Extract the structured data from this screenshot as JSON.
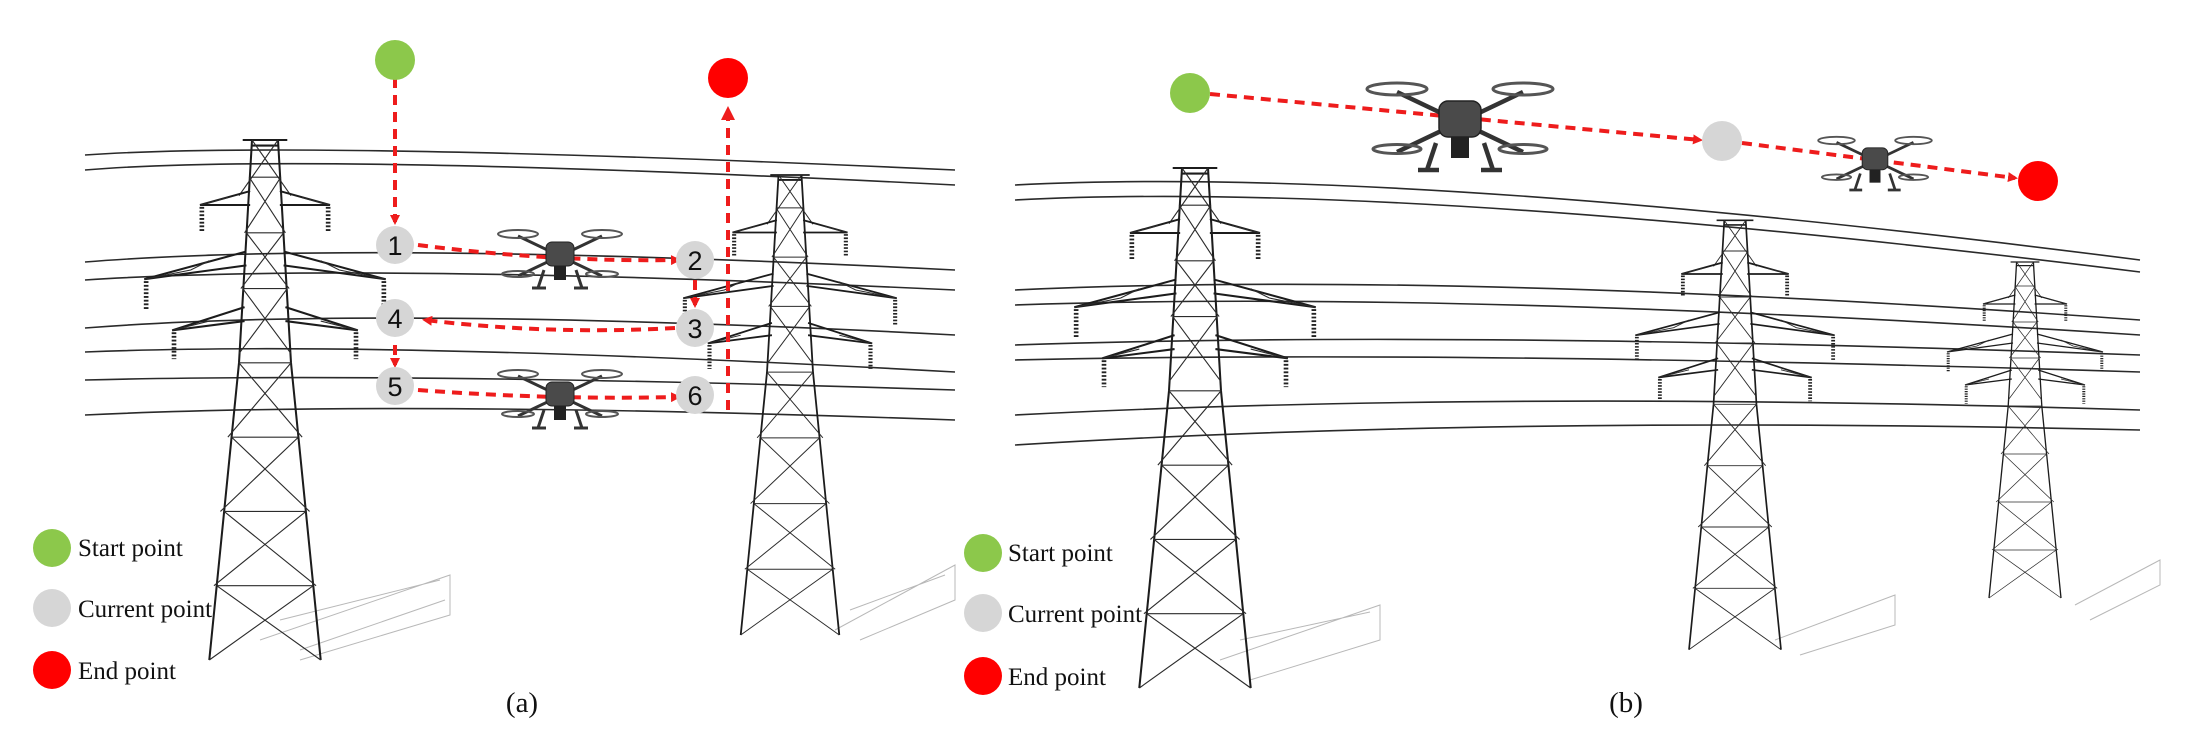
{
  "colors": {
    "start": "#8cc84b",
    "current": "#d6d6d6",
    "end": "#ff0000",
    "path": "#ee1c1c"
  },
  "panel_a": {
    "label": "(a)",
    "waypoints": [
      "1",
      "2",
      "3",
      "4",
      "5",
      "6"
    ],
    "legend": {
      "start": "Start point",
      "current": "Current point",
      "end": "End point"
    }
  },
  "panel_b": {
    "label": "(b)",
    "legend": {
      "start": "Start point",
      "current": "Current point",
      "end": "End point"
    }
  },
  "icons": [
    "transmission-tower-icon",
    "drone-icon"
  ]
}
